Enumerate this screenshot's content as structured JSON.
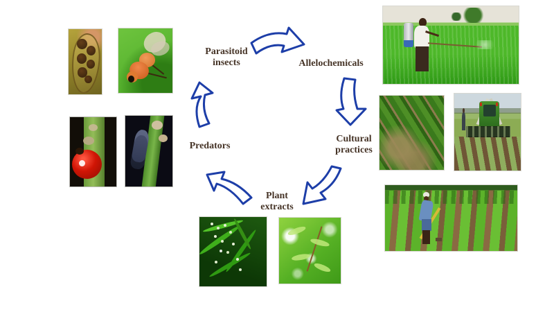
{
  "diagram": {
    "background": "#ffffff",
    "colors": {
      "arrow_outline": "#1d3ea8",
      "arrow_fill": "#ffffff",
      "label_text": "#463427"
    },
    "cycle_labels": {
      "parasitoid_line1": "Parasitoid",
      "parasitoid_line2": "insects",
      "allelochemicals": "Allelochemicals",
      "cultural_line1": "Cultural",
      "cultural_line2": "practices",
      "plant_line1": "Plant",
      "plant_line2": "extracts",
      "predators": "Predators"
    },
    "arrows": [
      {
        "from": "Parasitoid insects",
        "to": "Allelochemicals"
      },
      {
        "from": "Allelochemicals",
        "to": "Cultural practices"
      },
      {
        "from": "Cultural practices",
        "to": "Plant extracts"
      },
      {
        "from": "Plant extracts",
        "to": "Predators"
      },
      {
        "from": "Predators",
        "to": "Parasitoid insects"
      }
    ]
  },
  "photos": {
    "parasitized_eggs": "Parasitized insect eggs under magnification",
    "parasitoid_wasp": "Orange parasitoid wasp on green leaf",
    "ladybird_beetle": "Red ladybird beetle predator on plant stem",
    "predatory_larva": "Predatory larva feeding on aphids on stem",
    "flowering_plant": "Dark green flowering plant used for extracts",
    "neem_foliage": "Bright green neem foliage",
    "spraying_field": "Farmer spraying allelochemicals in a rice field",
    "mulched_rows": "Mulched crop rows (cultural practice)",
    "tractor_cultivator": "Tractor-mounted inter-row cultivator",
    "hand_weeding": "Farmer hand-weeding crop rows with a hoe"
  }
}
